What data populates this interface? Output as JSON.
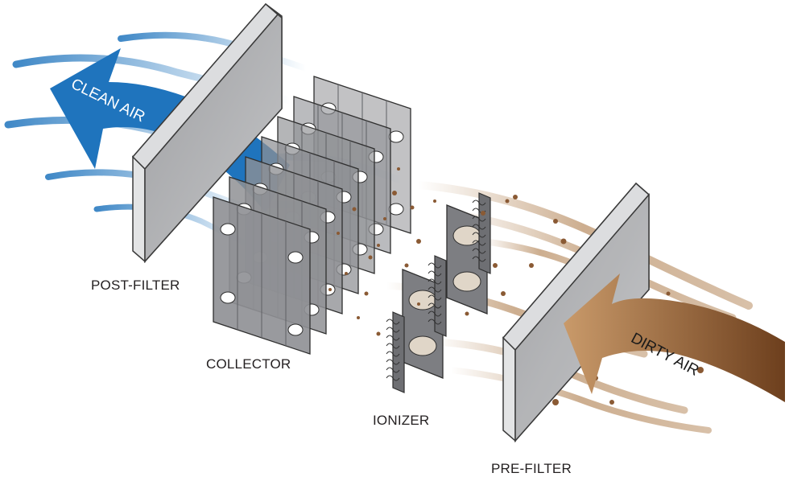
{
  "labels": {
    "clean_air": "CLEAN AIR",
    "dirty_air": "DIRTY AIR",
    "post_filter": "POST-FILTER",
    "collector": "COLLECTOR",
    "ionizer": "IONIZER",
    "pre_filter": "PRE-FILTER"
  },
  "colors": {
    "clean_air": "#1f74bd",
    "dirty_air": "#7a4a26",
    "dirt_stream": "#c7a583",
    "filter_face": "#a9aaad",
    "collector_plate": "#8f9094",
    "ionizer_plate": "#7d7e82",
    "particle": "#8a5a34"
  }
}
